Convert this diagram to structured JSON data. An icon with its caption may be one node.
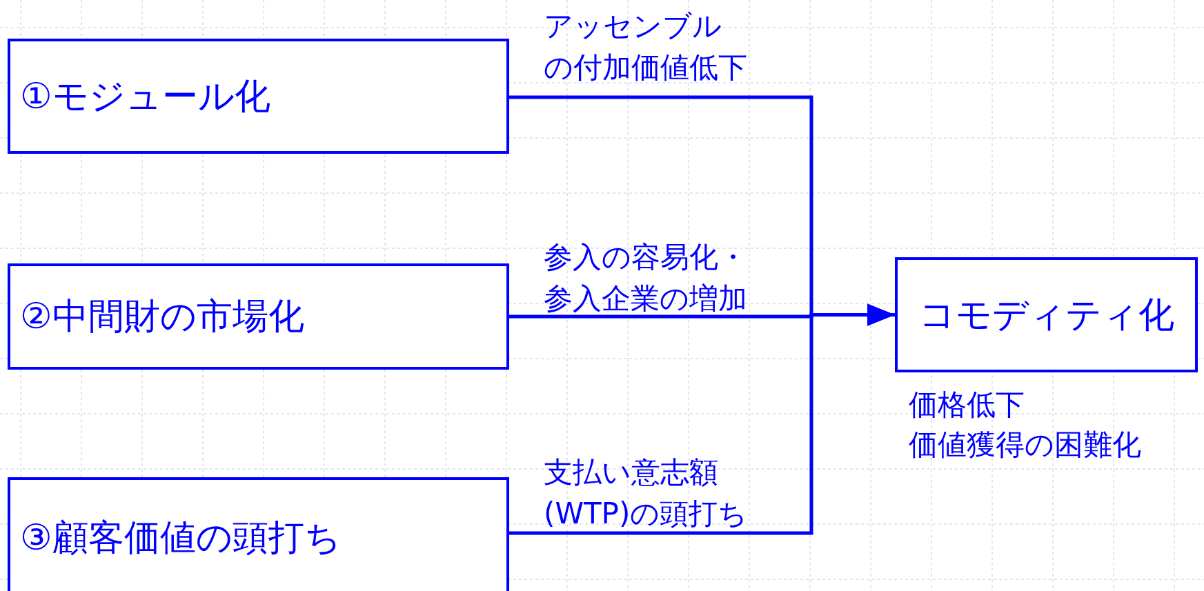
{
  "diagram": {
    "nodes": [
      {
        "text": [
          "①モジュール化"
        ]
      },
      {
        "text": [
          "②中間財の市場化"
        ]
      },
      {
        "text": [
          "③顧客価値の頭打ち"
        ]
      },
      {
        "text": [
          "コモディティ化"
        ],
        "beside": [
          "価格低下",
          "価値獲得の困難化"
        ]
      }
    ],
    "edges": [
      {
        "from": 0,
        "to": 3,
        "arrow": "to",
        "label": "アッセンブルの付加価値低下"
      },
      {
        "from": 1,
        "to": 3,
        "arrow": "to",
        "label": "参入の容易化・参入企業の増加"
      },
      {
        "from": 2,
        "to": 3,
        "arrow": "to",
        "label": "支払い意志額(WTP)の頭打ち"
      }
    ]
  }
}
